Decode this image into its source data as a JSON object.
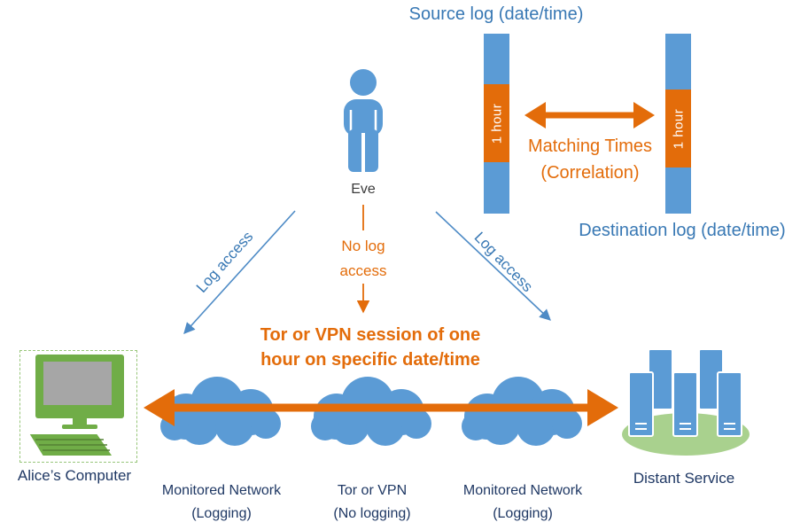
{
  "colors": {
    "shape_blue": "#5B9BD5",
    "text_blue": "#3878B4",
    "arrow_blue": "#4E8BC6",
    "orange": "#E36C0A",
    "green": "#70AD47",
    "light_green_base": "#A9D18E",
    "screen_gray": "#A6A6A6",
    "caption_dark": "#1F3864"
  },
  "icons": {
    "eve": "person-icon",
    "network": "cloud-icon",
    "alice": "computer-icon",
    "service": "servers-icon",
    "session": "double-headed-arrow",
    "correlation": "double-headed-arrow"
  },
  "logs": {
    "source_label": "Source log (date/time)",
    "destination_label": "Destination log (date/time)",
    "source_bar_label": "1 hour",
    "destination_bar_label": "1 hour",
    "matching_line1": "Matching Times",
    "matching_line2": "(Correlation)"
  },
  "eve": {
    "name": "Eve",
    "left_arrow_label": "Log access",
    "right_arrow_label": "Log access",
    "no_log_line1": "No log",
    "no_log_line2": "access"
  },
  "session": {
    "line1": "Tor or VPN session of one",
    "line2": "hour on specific date/time"
  },
  "endpoints": {
    "alice": "Alice’s Computer",
    "service": "Distant Service"
  },
  "networks": [
    {
      "line1": "Monitored Network",
      "line2": "(Logging)"
    },
    {
      "line1": "Tor or VPN",
      "line2": "(No logging)"
    },
    {
      "line1": "Monitored Network",
      "line2": "(Logging)"
    }
  ]
}
